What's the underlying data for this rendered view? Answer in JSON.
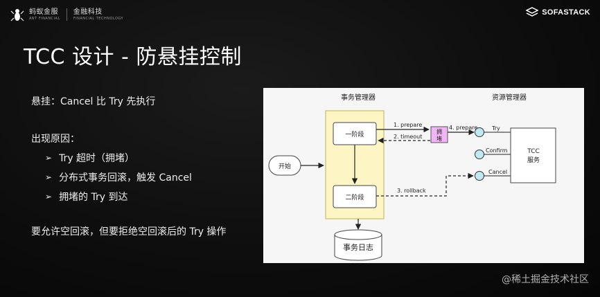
{
  "header": {
    "brand_cn": "蚂蚁金服",
    "brand_en": "ANT FINANCIAL",
    "brand2_cn": "金融科技",
    "brand2_en": "FINANCIAL TECHNOLOGY",
    "right_logo": "SOFASTACK"
  },
  "title": "TCC 设计 - 防悬挂控制",
  "bullets": {
    "definition": "悬挂：Cancel 比 Try 先执行",
    "reasons_heading": "出现原因：",
    "reasons": [
      "Try 超时（拥堵）",
      "分布式事务回滚，触发 Cancel",
      "拥堵的 Try 到达"
    ],
    "conclusion": "要允许空回滚，但要拒绝空回滚后的 Try 操作"
  },
  "diagram": {
    "tm_label": "事务管理器",
    "rm_label": "资源管理器",
    "start": "开始",
    "phase1": "一阶段",
    "phase2": "二阶段",
    "log": "事务日志",
    "congestion_line1": "拥",
    "congestion_line2": "堵",
    "tcc_line1": "TCC",
    "tcc_line2": "服务",
    "arrow_prepare": "1. prepare",
    "arrow_timeout": "2. timeout",
    "arrow_rollback": "3. rollback",
    "arrow_prepare4": "4. prepare",
    "port_try": "Try",
    "port_confirm": "Confirm",
    "port_cancel": "Cancel"
  },
  "colors": {
    "tm_box_fill": "#fdf6c4",
    "tm_box_stroke": "#c9bd6a",
    "congestion_fill": "#f1b4f5",
    "port_fill": "#bfe9f2"
  },
  "watermark": "@稀土掘金技术社区"
}
